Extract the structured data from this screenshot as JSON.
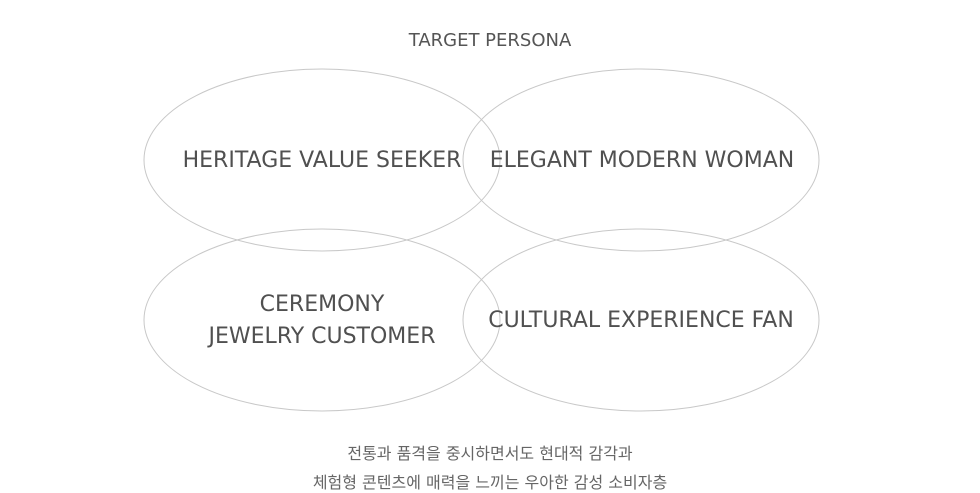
{
  "title": "TARGET PERSONA",
  "personas": [
    {
      "lines": [
        "HERITAGE VALUE SEEKER"
      ]
    },
    {
      "lines": [
        "ELEGANT MODERN WOMAN"
      ]
    },
    {
      "lines": [
        "CEREMONY",
        "JEWELRY CUSTOMER"
      ]
    },
    {
      "lines": [
        "CULTURAL EXPERIENCE FAN"
      ]
    }
  ],
  "description": [
    "전통과 품격을 중시하면서도 현대적 감각과",
    "체험형 콘텐츠에 매력을 느끼는 우아한 감성 소비자층"
  ],
  "colors": {
    "outline": "#c8c8c8",
    "text": "#505050"
  }
}
